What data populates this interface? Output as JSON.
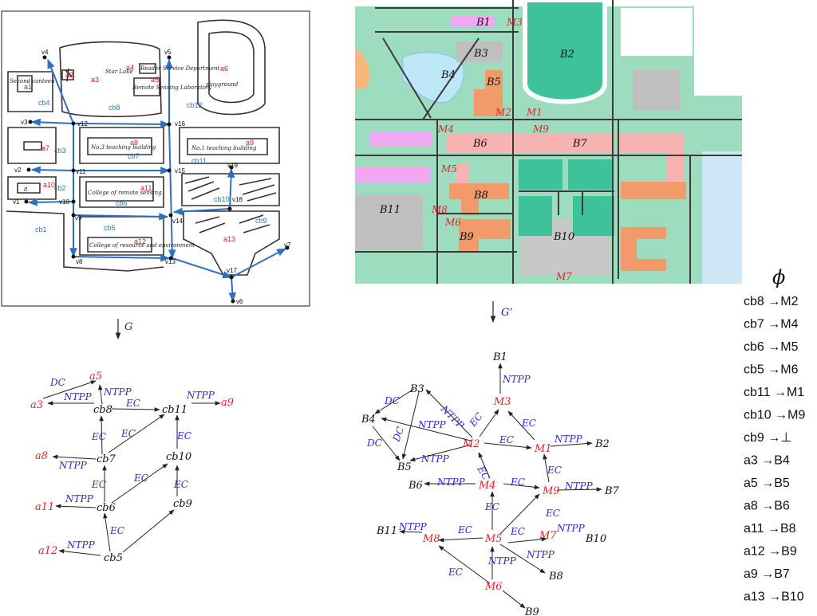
{
  "sketch": {
    "vertices": [
      "v1",
      "v2",
      "v3",
      "v4",
      "v5",
      "v6",
      "v7",
      "v8",
      "v9",
      "v10",
      "v11",
      "v12",
      "v13",
      "v14",
      "v15",
      "v16",
      "v17",
      "v18",
      "v19"
    ],
    "cb_labels": [
      "cb1",
      "cb2",
      "cb3",
      "cb4",
      "cb5",
      "cb6",
      "cb7",
      "cb8",
      "cb9",
      "cb10",
      "cb11",
      "cb12"
    ],
    "a_labels": [
      "a1",
      "a2",
      "a3",
      "a4",
      "a5",
      "a6",
      "a7",
      "a8",
      "a9",
      "a10",
      "a11",
      "a12",
      "a13"
    ],
    "texts": {
      "star_lake": "Star Lake",
      "playground": "playground",
      "no3": "No.3 teaching building",
      "no1": "No.1 teaching building",
      "college_rs": "College of remote sensing",
      "college_re": "College of resource and environment",
      "second_canteen": "Second canteen",
      "remote_lab": "Remote Sensing Laboratory",
      "reader_dept": "Reader Service Department",
      "eight": "8"
    }
  },
  "map": {
    "buildings": [
      "B1",
      "B2",
      "B3",
      "B4",
      "B5",
      "B6",
      "B7",
      "B8",
      "B9",
      "B10",
      "B11"
    ],
    "markers": [
      "M1",
      "M2",
      "M3",
      "M4",
      "M5",
      "M6",
      "M7",
      "M8",
      "M9"
    ]
  },
  "arrows": {
    "G": "G",
    "Gprime": "G’"
  },
  "graph_g": {
    "nodes": {
      "a3": "a3",
      "a5": "a5",
      "cb8": "cb8",
      "cb11": "cb11",
      "a9": "a9",
      "a8": "a8",
      "cb7": "cb7",
      "cb10": "cb10",
      "a11": "a11",
      "cb6": "cb6",
      "cb9": "cb9",
      "a12": "a12",
      "cb5": "cb5"
    },
    "relations": [
      "DC",
      "NTPP",
      "NTPP",
      "EC",
      "NTPP",
      "EC",
      "EC",
      "EC",
      "NTPP",
      "EC",
      "NTPP",
      "EC",
      "EC",
      "NTPP",
      "EC"
    ]
  },
  "graph_gp": {
    "nodes": {
      "B1": "B1",
      "M3": "M3",
      "B3": "B3",
      "B4": "B4",
      "B5": "B5",
      "M2": "M2",
      "M1": "M1",
      "B2": "B2",
      "B6": "B6",
      "M4": "M4",
      "M9": "M9",
      "B7": "B7",
      "B11": "B11",
      "M8": "M8",
      "M5": "M5",
      "M7": "M7",
      "B10": "B10",
      "B8": "B8",
      "M6": "M6",
      "B9": "B9"
    },
    "relations": [
      "NTPP",
      "DC",
      "NTPP",
      "EC",
      "NTPP",
      "EC",
      "DC",
      "NTPP",
      "DC",
      "EC",
      "NTPP",
      "EC",
      "EC",
      "EC",
      "NTPP",
      "NTPP",
      "EC",
      "EC",
      "NTPP",
      "EC",
      "NTPP",
      "EC",
      "EC",
      "NTPP",
      "NTPP"
    ]
  },
  "phi": {
    "symbol": "ϕ",
    "mappings": [
      {
        "from": "cb8",
        "to": "M2"
      },
      {
        "from": "cb7",
        "to": "M4"
      },
      {
        "from": "cb6",
        "to": "M5"
      },
      {
        "from": "cb5",
        "to": "M6"
      },
      {
        "from": "cb11",
        "to": "M1"
      },
      {
        "from": "cb10",
        "to": "M9"
      },
      {
        "from": "cb9",
        "to": "⊥"
      },
      {
        "from": "a3",
        "to": "B4"
      },
      {
        "from": "a5",
        "to": "B5"
      },
      {
        "from": "a8",
        "to": "B6"
      },
      {
        "from": "a11",
        "to": "B8"
      },
      {
        "from": "a12",
        "to": "B9"
      },
      {
        "from": "a9",
        "to": "B7"
      },
      {
        "from": "a13",
        "to": "B10"
      }
    ]
  }
}
